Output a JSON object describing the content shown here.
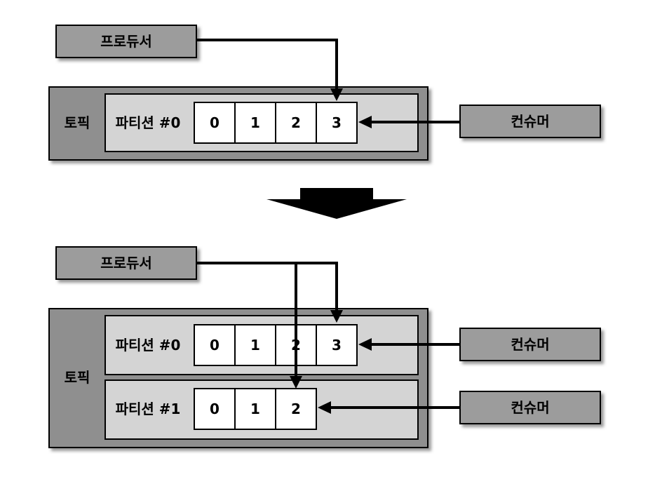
{
  "top": {
    "producer_label": "프로듀서",
    "topic_label": "토픽",
    "partition0": {
      "label": "파티션 #0",
      "offsets": [
        "0",
        "1",
        "2",
        "3"
      ]
    },
    "consumer_label": "컨슈머"
  },
  "bottom": {
    "producer_label": "프로듀서",
    "topic_label": "토픽",
    "partition0": {
      "label": "파티션 #0",
      "offsets": [
        "0",
        "1",
        "2",
        "3"
      ]
    },
    "partition1": {
      "label": "파티션 #1",
      "offsets": [
        "0",
        "1",
        "2"
      ]
    },
    "consumer0_label": "컨슈머",
    "consumer1_label": "컨슈머"
  },
  "colors": {
    "box_gray": "#9c9c9c",
    "topic_gray": "#8f8f8f",
    "partition_gray": "#d4d4d4",
    "shadow": "#666666",
    "line": "#000000"
  }
}
